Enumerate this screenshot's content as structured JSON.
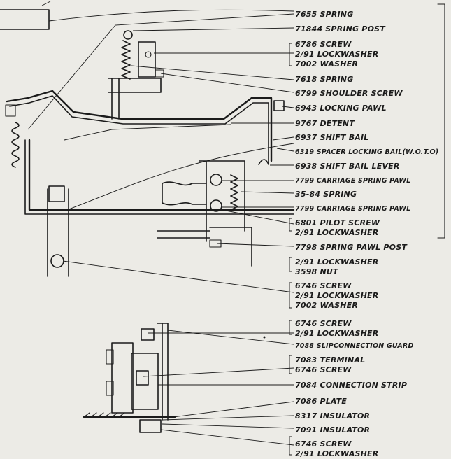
{
  "callouts": [
    {
      "id": "c1",
      "lines": [
        "7655 SPRING"
      ]
    },
    {
      "id": "c2",
      "lines": [
        "71844 SPRING POST"
      ]
    },
    {
      "id": "c3",
      "lines": [
        "6786 SCREW",
        "2/91 LOCKWASHER",
        "7002 WASHER"
      ]
    },
    {
      "id": "c4",
      "lines": [
        "7618 SPRING"
      ]
    },
    {
      "id": "c5",
      "lines": [
        "6799 SHOULDER SCREW"
      ]
    },
    {
      "id": "c6",
      "lines": [
        "6943 LOCKING PAWL"
      ]
    },
    {
      "id": "c7",
      "lines": [
        "9767 DETENT"
      ]
    },
    {
      "id": "c8",
      "lines": [
        "6937 SHIFT BAIL"
      ]
    },
    {
      "id": "c9",
      "lines": [
        "6319 SPACER LOCKING BAIL(W.O.T.O)"
      ]
    },
    {
      "id": "c10",
      "lines": [
        "6938 SHIFT BAIL LEVER"
      ]
    },
    {
      "id": "c11",
      "lines": [
        "7799 CARRIAGE SPRING PAWL"
      ]
    },
    {
      "id": "c12",
      "lines": [
        "35-84 SPRING"
      ]
    },
    {
      "id": "c13",
      "lines": [
        "7799 CARRIAGE SPRING PAWL"
      ]
    },
    {
      "id": "c14",
      "lines": [
        "6801 PILOT SCREW",
        "2/91 LOCKWASHER"
      ]
    },
    {
      "id": "c15",
      "lines": [
        "7798 SPRING PAWL POST"
      ]
    },
    {
      "id": "c16",
      "lines": [
        "2/91 LOCKWASHER",
        "3598 NUT"
      ]
    },
    {
      "id": "c17",
      "lines": [
        "6746 SCREW",
        "2/91 LOCKWASHER",
        "7002 WASHER"
      ]
    },
    {
      "id": "c18",
      "lines": [
        "6746 SCREW",
        "2/91 LOCKWASHER"
      ]
    },
    {
      "id": "c19",
      "lines": [
        "7088 SLIPCONNECTION GUARD"
      ]
    },
    {
      "id": "c20",
      "lines": [
        "7083 TERMINAL",
        "6746 SCREW"
      ]
    },
    {
      "id": "c21",
      "lines": [
        "7084 CONNECTION STRIP"
      ]
    },
    {
      "id": "c22",
      "lines": [
        "7086 PLATE"
      ]
    },
    {
      "id": "c23",
      "lines": [
        "8317 INSULATOR"
      ]
    },
    {
      "id": "c24",
      "lines": [
        "7091 INSULATOR"
      ]
    },
    {
      "id": "c25",
      "lines": [
        "6746 SCREW",
        "2/91 LOCKWASHER"
      ]
    }
  ]
}
